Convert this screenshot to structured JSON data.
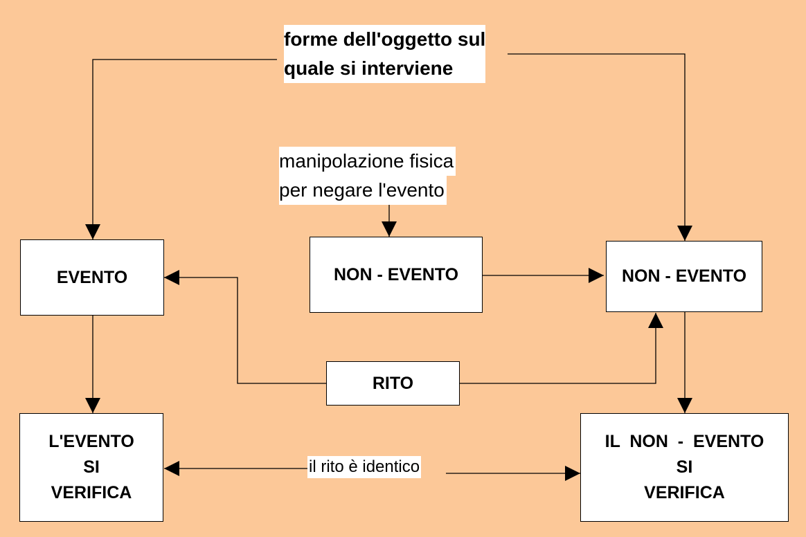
{
  "labels": {
    "top_line1": "forme dell'oggetto sul",
    "top_line2": "quale si interviene",
    "manip_line1": "manipolazione fisica",
    "manip_line2": "per negare l'evento",
    "identical": "il rito è identico"
  },
  "boxes": {
    "evento": "EVENTO",
    "non_evento_center": "NON - EVENTO",
    "non_evento_right": "NON - EVENTO",
    "rito": "RITO",
    "evento_occurs": [
      "L'EVENTO",
      "SI",
      "VERIFICA"
    ],
    "non_evento_occurs": [
      "IL  NON  -  EVENTO",
      "SI",
      "VERIFICA"
    ]
  }
}
